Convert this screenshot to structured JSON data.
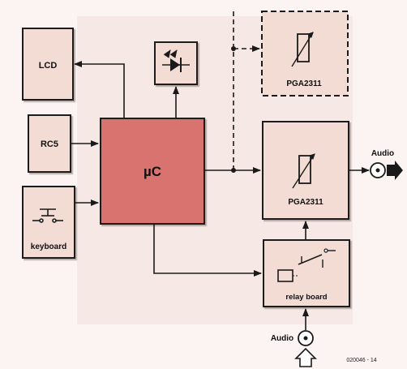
{
  "blocks": {
    "lcd": "LCD",
    "rc5": "RC5",
    "keyboard": "keyboard",
    "uc": "µC",
    "pga_top": "PGA2311",
    "pga_main": "PGA2311",
    "relay": "relay board"
  },
  "io": {
    "audio_out": "Audio",
    "audio_in": "Audio"
  },
  "figure_code": "020046 - 14",
  "colors": {
    "background": "#fbf4f3",
    "block_fill": "#f2dcd4",
    "uc_fill": "#d9736f",
    "stroke": "#1a1a1a"
  }
}
